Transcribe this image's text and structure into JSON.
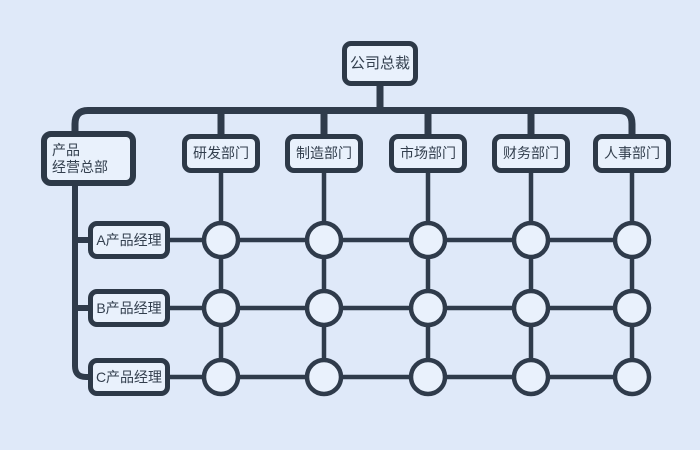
{
  "diagram": {
    "type": "matrix-organization-chart",
    "nodes": {
      "president": "公司总裁",
      "headquarters_line1": "产品",
      "headquarters_line2": "经营总部",
      "departments": [
        "研发部门",
        "制造部门",
        "市场部门",
        "财务部门",
        "人事部门"
      ],
      "product_managers": [
        "A产品经理",
        "B产品经理",
        "C产品经理"
      ]
    },
    "matrix": {
      "row_count": 3,
      "column_count": 5,
      "intersection_node_count": 15
    },
    "colors": {
      "background": "#dfe9f9",
      "line": "#2f3b4b",
      "box_border": "#2d3948",
      "box_fill": "#e9f1fc",
      "text": "#333f4e"
    }
  }
}
